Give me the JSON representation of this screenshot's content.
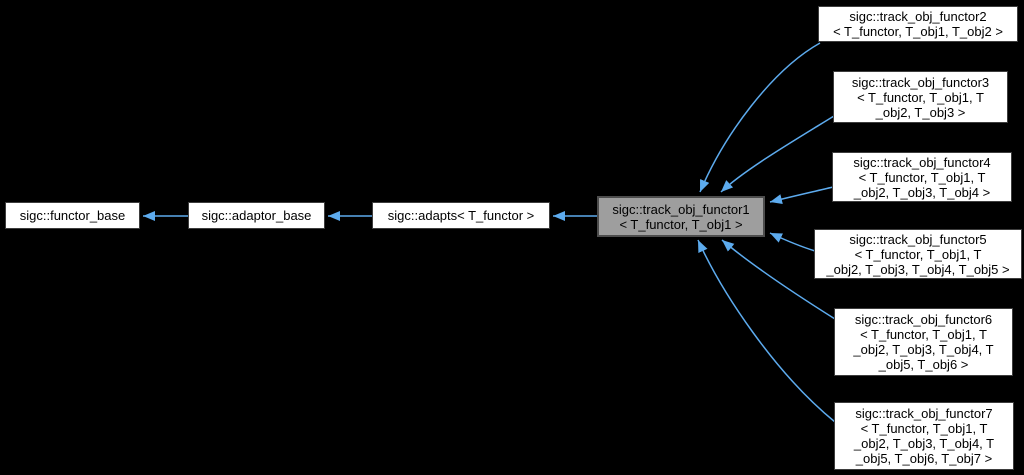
{
  "diagram": {
    "kind": "class-inheritance-graph",
    "colors": {
      "background": "#000000",
      "node_fill": "#ffffff",
      "node_border": "#3d3d3d",
      "current_node_fill": "#9e9e9e",
      "current_node_border": "#4d4d4d",
      "edge": "#5dabee",
      "text": "#000000"
    },
    "nodes": {
      "functor_base": {
        "lines": [
          "sigc::functor_base"
        ]
      },
      "adaptor_base": {
        "lines": [
          "sigc::adaptor_base"
        ]
      },
      "adapts": {
        "lines": [
          "sigc::adapts< T_functor >"
        ]
      },
      "track_obj_functor1": {
        "current": true,
        "lines": [
          "sigc::track_obj_functor1",
          "< T_functor, T_obj1 >"
        ]
      },
      "track_obj_functor2": {
        "lines": [
          "sigc::track_obj_functor2",
          "< T_functor, T_obj1, T_obj2 >"
        ]
      },
      "track_obj_functor3": {
        "lines": [
          "sigc::track_obj_functor3",
          "< T_functor, T_obj1, T",
          "_obj2, T_obj3 >"
        ]
      },
      "track_obj_functor4": {
        "lines": [
          "sigc::track_obj_functor4",
          "< T_functor, T_obj1, T",
          "_obj2, T_obj3, T_obj4 >"
        ]
      },
      "track_obj_functor5": {
        "lines": [
          "sigc::track_obj_functor5",
          "< T_functor, T_obj1, T",
          "_obj2, T_obj3, T_obj4, T_obj5 >"
        ]
      },
      "track_obj_functor6": {
        "lines": [
          "sigc::track_obj_functor6",
          "< T_functor, T_obj1, T",
          "_obj2, T_obj3, T_obj4, T",
          "_obj5, T_obj6 >"
        ]
      },
      "track_obj_functor7": {
        "lines": [
          "sigc::track_obj_functor7",
          "< T_functor, T_obj1, T",
          "_obj2, T_obj3, T_obj4, T",
          "_obj5, T_obj6, T_obj7 >"
        ]
      }
    },
    "edges": [
      {
        "from": "adaptor_base",
        "to": "functor_base"
      },
      {
        "from": "adapts",
        "to": "adaptor_base"
      },
      {
        "from": "track_obj_functor1",
        "to": "adapts"
      },
      {
        "from": "track_obj_functor2",
        "to": "track_obj_functor1"
      },
      {
        "from": "track_obj_functor3",
        "to": "track_obj_functor1"
      },
      {
        "from": "track_obj_functor4",
        "to": "track_obj_functor1"
      },
      {
        "from": "track_obj_functor5",
        "to": "track_obj_functor1"
      },
      {
        "from": "track_obj_functor6",
        "to": "track_obj_functor1"
      },
      {
        "from": "track_obj_functor7",
        "to": "track_obj_functor1"
      }
    ]
  }
}
